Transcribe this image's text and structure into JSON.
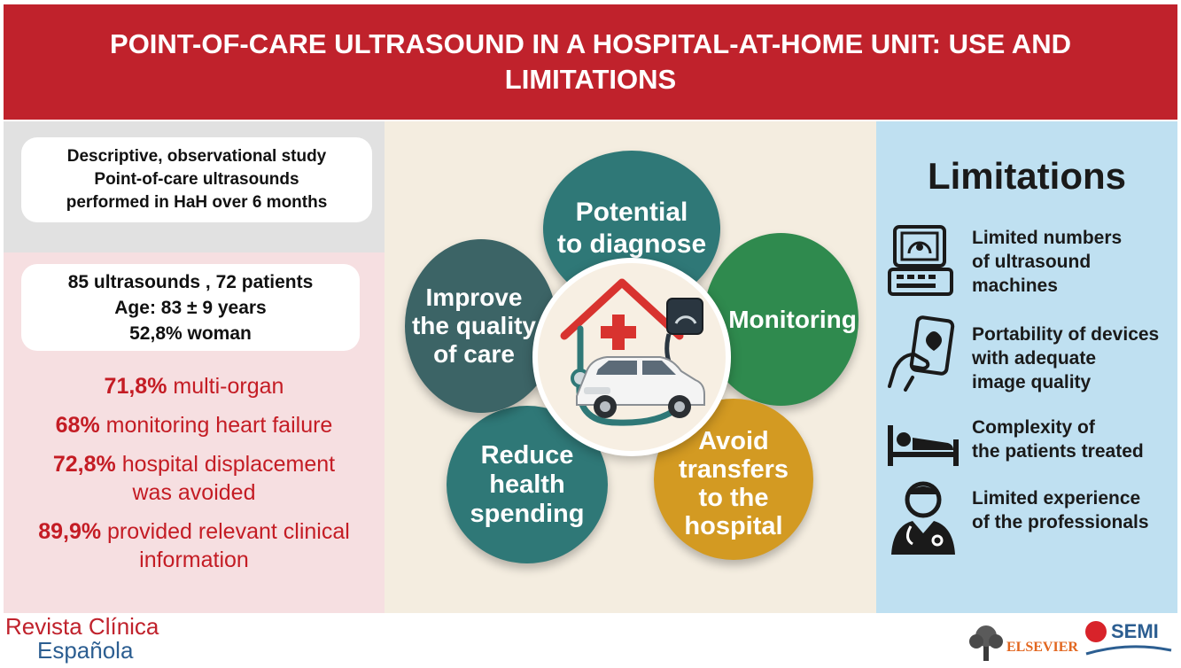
{
  "header": {
    "title": "POINT-OF-CARE ULTRASOUND IN A HOSPITAL-AT-HOME UNIT: USE AND LIMITATIONS"
  },
  "study": {
    "line1": "Descriptive, observational study",
    "line2": "Point-of-care ultrasounds",
    "line3": "performed in HaH over 6 months"
  },
  "patients": {
    "line1": "85 ultrasounds , 72 patients",
    "line2": "Age: 83 ± 9  years",
    "line3": "52,8% woman"
  },
  "stats": [
    {
      "value": "71,8%",
      "text": "multi-organ",
      "text2": ""
    },
    {
      "value": "68%",
      "text": "monitoring heart failure",
      "text2": ""
    },
    {
      "value": "72,8%",
      "text": "hospital displacement",
      "text2": "was avoided"
    },
    {
      "value": "89,9%",
      "text": "provided relevant clinical",
      "text2": "information"
    }
  ],
  "benefits": [
    {
      "line1": "Potential",
      "line2": "to diagnose",
      "line3": ""
    },
    {
      "line1": "Monitoring",
      "line2": "",
      "line3": ""
    },
    {
      "line1": "Avoid",
      "line2": "transfers",
      "line3": "to the",
      "line4": "hospital"
    },
    {
      "line1": "Reduce",
      "line2": "health",
      "line3": "spending"
    },
    {
      "line1": "Improve",
      "line2": "the quality",
      "line3": "of care"
    }
  ],
  "colors": {
    "header": "#c0222c",
    "teal": "#2f7877",
    "green": "#2f8a4e",
    "gold": "#d39a22",
    "slate": "#3c6466",
    "stat_red": "#c41c24"
  },
  "limitations": {
    "title": "Limitations",
    "items": [
      {
        "icon": "ultrasound-machine-icon",
        "line1": "Limited numbers",
        "line2": "of ultrasound",
        "line3": "machines"
      },
      {
        "icon": "handheld-probe-icon",
        "line1": "Portability of devices",
        "line2": "with adequate",
        "line3": "image quality"
      },
      {
        "icon": "patient-bed-icon",
        "line1": "Complexity of",
        "line2": "the patients treated",
        "line3": ""
      },
      {
        "icon": "doctor-icon",
        "line1": "Limited experience",
        "line2": "of the professionals",
        "line3": ""
      }
    ]
  },
  "footer": {
    "journal_line1": "Revista Clínica",
    "journal_line2": "Española",
    "publisher": "ELSEVIER",
    "society": "SEMI"
  }
}
